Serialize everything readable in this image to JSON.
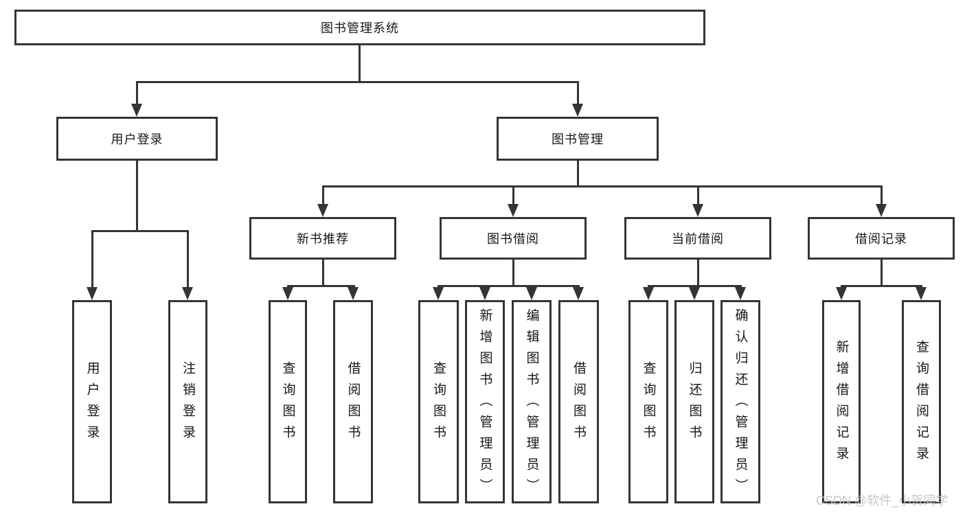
{
  "tree": {
    "root": "图书管理系统",
    "branches": [
      {
        "label": "用户登录",
        "children": [
          "用户登录",
          "注销登录"
        ]
      },
      {
        "label": "图书管理",
        "groups": [
          {
            "label": "新书推荐",
            "children": [
              "查询图书",
              "借阅图书"
            ]
          },
          {
            "label": "图书借阅",
            "children": [
              "查询图书",
              "新增图书（管理员）",
              "编辑图书（管理员）",
              "借阅图书"
            ]
          },
          {
            "label": "当前借阅",
            "children": [
              "查询图书",
              "归还图书",
              "确认归还（管理员）"
            ]
          },
          {
            "label": "借阅记录",
            "children": [
              "新增借阅记录",
              "查询借阅记录"
            ]
          }
        ]
      }
    ]
  },
  "watermark": "CSDN @软件_小贺同学",
  "colors": {
    "line": "#343434",
    "text": "#161616",
    "watermark": "#c5c5c5",
    "background": "#ffffff"
  }
}
